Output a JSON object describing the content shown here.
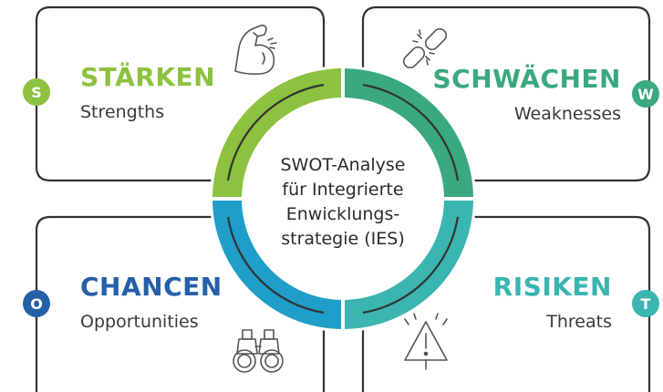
{
  "center": {
    "lines": [
      "SWOT-Analyse",
      "für Integrierte",
      "Enwicklungs-",
      "strategie (IES)"
    ]
  },
  "quadrants": {
    "strengths": {
      "letter": "S",
      "title": "STÄRKEN",
      "subtitle": "Strengths",
      "icon": "flexed-arm-icon"
    },
    "weaknesses": {
      "letter": "W",
      "title": "SCHWÄCHEN",
      "subtitle": "Weaknesses",
      "icon": "broken-chain-icon"
    },
    "opportunities": {
      "letter": "O",
      "title": "CHANCEN",
      "subtitle": "Opportunities",
      "icon": "binoculars-icon"
    },
    "threats": {
      "letter": "T",
      "title": "RISIKEN",
      "subtitle": "Threats",
      "icon": "warning-triangle-icon"
    }
  },
  "colors": {
    "strengths": "#8cc23f",
    "weaknesses": "#3aa97e",
    "opportunities": "#1f9ec9",
    "threats": "#3ab5b0",
    "opportunities_title": "#2560a8",
    "outline": "#333333"
  }
}
